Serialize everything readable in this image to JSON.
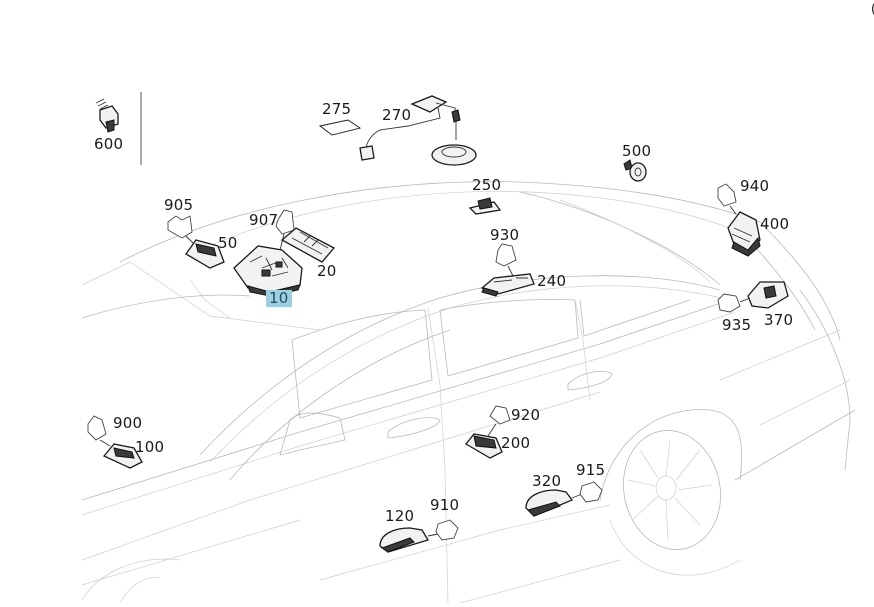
{
  "diagram": {
    "title": "Interior lighting parts diagram",
    "corner_mark": "(",
    "inset": {
      "label": "600",
      "part": "switch-module"
    },
    "highlighted_part": "10",
    "parts": [
      {
        "id": "p275",
        "label": "275",
        "kind": "pad"
      },
      {
        "id": "p270",
        "label": "270",
        "kind": "ambient-light-harness"
      },
      {
        "id": "p500",
        "label": "500",
        "kind": "bulb-socket"
      },
      {
        "id": "p250",
        "label": "250",
        "kind": "lamp"
      },
      {
        "id": "p905",
        "label": "905",
        "kind": "connector"
      },
      {
        "id": "p50",
        "label": "50",
        "kind": "reading-lamp"
      },
      {
        "id": "p907",
        "label": "907",
        "kind": "connector"
      },
      {
        "id": "p20",
        "label": "20",
        "kind": "lens-cover"
      },
      {
        "id": "p10",
        "label": "10",
        "kind": "overhead-control-panel"
      },
      {
        "id": "p930",
        "label": "930",
        "kind": "connector"
      },
      {
        "id": "p240",
        "label": "240",
        "kind": "rear-dome-lamp"
      },
      {
        "id": "p940",
        "label": "940",
        "kind": "connector"
      },
      {
        "id": "p400",
        "label": "400",
        "kind": "trunk-lamp"
      },
      {
        "id": "p935",
        "label": "935",
        "kind": "connector"
      },
      {
        "id": "p370",
        "label": "370",
        "kind": "tailgate-lamp"
      },
      {
        "id": "p900",
        "label": "900",
        "kind": "connector"
      },
      {
        "id": "p100",
        "label": "100",
        "kind": "footwell-lamp"
      },
      {
        "id": "p920",
        "label": "920",
        "kind": "connector"
      },
      {
        "id": "p200",
        "label": "200",
        "kind": "footwell-lamp"
      },
      {
        "id": "p915",
        "label": "915",
        "kind": "connector"
      },
      {
        "id": "p320",
        "label": "320",
        "kind": "door-entry-lamp"
      },
      {
        "id": "p910",
        "label": "910",
        "kind": "connector"
      },
      {
        "id": "p120",
        "label": "120",
        "kind": "door-entry-lamp"
      }
    ]
  }
}
